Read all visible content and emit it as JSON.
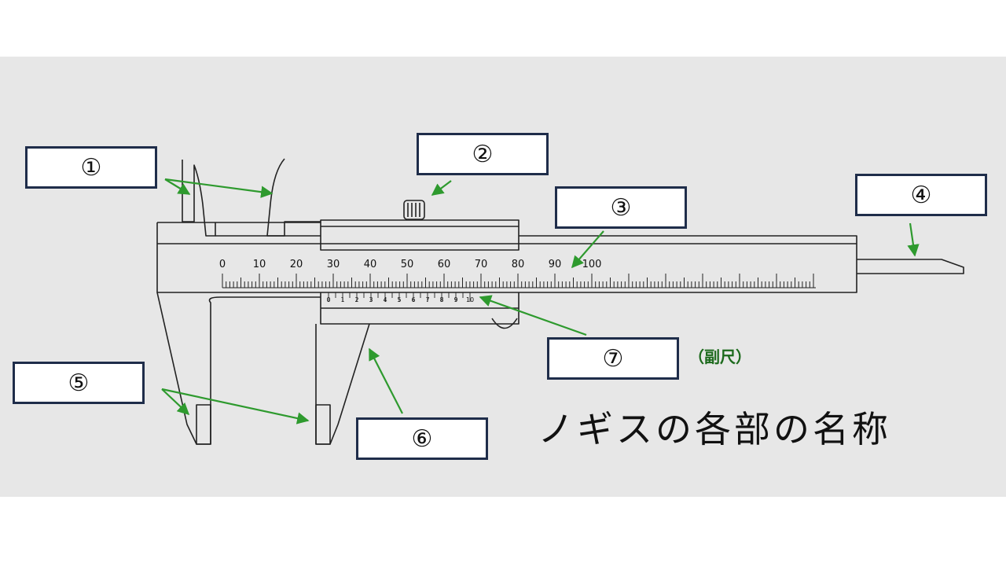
{
  "title": "ノギスの各部の名称",
  "vernier_note": "（副尺）",
  "labels": [
    "①",
    "②",
    "③",
    "④",
    "⑤",
    "⑥",
    "⑦"
  ],
  "main_scale_labels": [
    "0",
    "10",
    "20",
    "30",
    "40",
    "50",
    "60",
    "70",
    "80",
    "90",
    "100"
  ],
  "vernier_scale_labels": [
    "0",
    "1",
    "2",
    "3",
    "4",
    "5",
    "6",
    "7",
    "8",
    "9",
    "10"
  ],
  "colors": {
    "arrow": "#2e9a2e",
    "box_border": "#1f2d4a",
    "background": "#e7e7e7",
    "outline": "#222222"
  }
}
